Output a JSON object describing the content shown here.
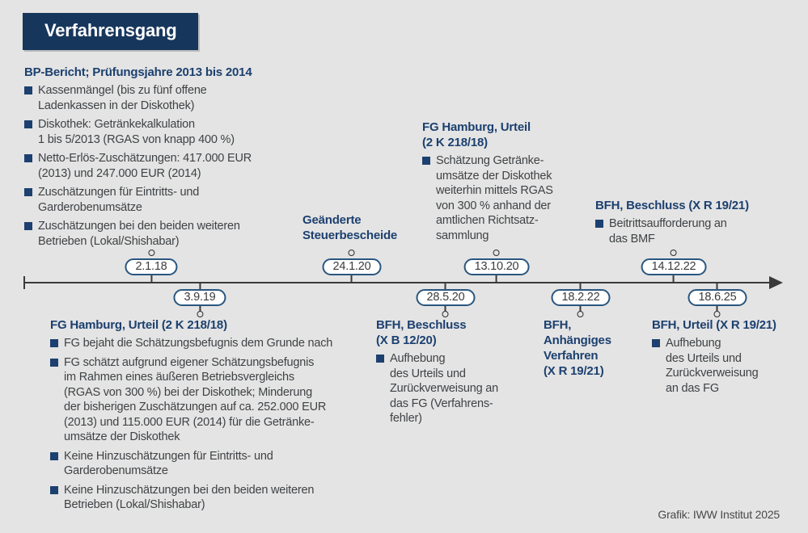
{
  "title": "Verfahrensgang",
  "footer_credit": "Grafik: IWW Institut 2025",
  "colors": {
    "background": "#e4e4e4",
    "navy_box": "#17365c",
    "heading_navy": "#1c406f",
    "body_text": "#3f4245",
    "pill_border": "#29567f",
    "timeline_line": "#3a3a3a"
  },
  "top": {
    "bp_report": {
      "heading": "BP-Bericht; Prüfungsjahre 2013 bis 2014",
      "bullets": [
        "Kassenmängel (bis zu fünf offene\nLadenkassen in der Diskothek)",
        "Diskothek: Getränkekalkulation\n1 bis 5/2013 (RGAS von knapp 400 %)",
        "Netto-Erlös-Zuschätzungen: 417.000 EUR\n(2013) und 247.000 EUR (2014)",
        "Zuschätzungen für Eintritts- und\nGarderobenumsätze",
        "Zuschätzungen bei den beiden weiteren\nBetrieben (Lokal/Shishabar)"
      ]
    },
    "geaenderte_label": "Geänderte\nSteuerbescheide",
    "fg_urteil_top": {
      "heading": "FG Hamburg, Urteil\n(2 K 218/18)",
      "bullets": [
        "Schätzung Getränke-\numsätze der Diskothek\nweiterhin mittels RGAS\nvon 300 % anhand der\namtlichen Richtsatz-\nsammlung"
      ]
    },
    "bfh_beschluss_xr": {
      "heading": "BFH, Beschluss (X R 19/21)",
      "bullets": [
        "Beitrittsaufforderung an\ndas BMF"
      ]
    }
  },
  "timeline": {
    "dates_above": [
      "2.1.18",
      "24.1.20",
      "13.10.20",
      "14.12.22"
    ],
    "dates_below": [
      "3.9.19",
      "28.5.20",
      "18.2.22",
      "18.6.25"
    ]
  },
  "bottom": {
    "fg_urteil_bottom": {
      "heading": "FG Hamburg, Urteil (2 K 218/18)",
      "bullets": [
        "FG bejaht die Schätzungsbefugnis dem Grunde nach",
        "FG schätzt aufgrund eigener Schätzungsbefugnis\nim Rahmen eines äußeren Betriebsvergleichs\n(RGAS von 300 %) bei der Diskothek; Minderung\nder bisherigen Zuschätzungen auf ca. 252.000 EUR\n(2013) und 115.000 EUR (2014) für die Getränke-\numsätze der Diskothek",
        "Keine Hinzuschätzungen für Eintritts- und\nGarderobenumsätze",
        "Keine Hinzuschätzungen bei den beiden weiteren\nBetrieben (Lokal/Shishabar)"
      ]
    },
    "bfh_beschluss_xb": {
      "heading": "BFH, Beschluss\n(X B 12/20)",
      "bullets": [
        "Aufhebung\ndes Urteils und\nZurückverweisung an\ndas FG (Verfahrens-\nfehler)"
      ]
    },
    "bfh_anhaengig": {
      "heading": "BFH,\nAnhängiges\nVerfahren\n(X R 19/21)"
    },
    "bfh_urteil_xr": {
      "heading": "BFH, Urteil (X R 19/21)",
      "bullets": [
        "Aufhebung\ndes Urteils und\nZurückverweisung\nan das FG"
      ]
    }
  }
}
